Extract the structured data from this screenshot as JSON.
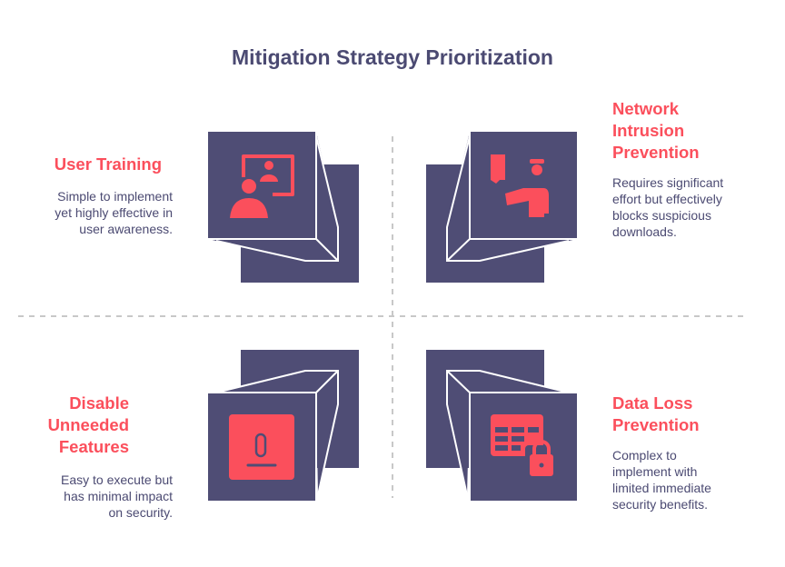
{
  "title": "Mitigation Strategy Prioritization",
  "colors": {
    "dark": "#4f4d75",
    "accent": "#fb4f5c",
    "text": "#4b4a72"
  },
  "quadrants": [
    {
      "heading": "User Training",
      "description_lines": [
        "Simple to implement",
        "yet highly effective in",
        "user awareness."
      ],
      "icon": "user-training-icon"
    },
    {
      "heading_lines": [
        "Network",
        "Intrusion",
        "Prevention"
      ],
      "description_lines": [
        "Requires significant",
        "effort but effectively",
        "blocks suspicious",
        "downloads."
      ],
      "icon": "security-guard-icon"
    },
    {
      "heading_lines": [
        "Disable",
        "Unneeded",
        "Features"
      ],
      "description_lines": [
        "Easy to execute but",
        "has minimal impact",
        "on security."
      ],
      "icon": "disable-toggle-icon"
    },
    {
      "heading_lines": [
        "Data Loss",
        "Prevention"
      ],
      "description_lines": [
        "Complex to",
        "implement with",
        "limited immediate",
        "security benefits."
      ],
      "icon": "table-lock-icon"
    }
  ]
}
